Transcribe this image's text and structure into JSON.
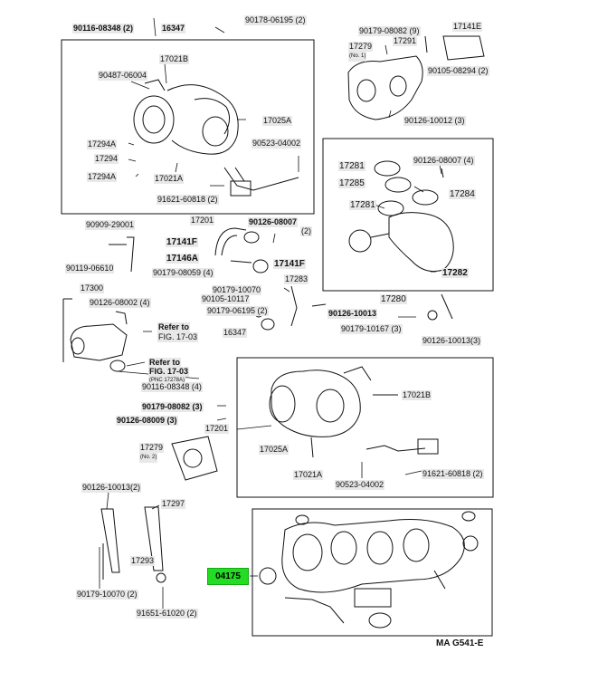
{
  "labels": {
    "p90116_08348_top": "90116-08348 (2)",
    "p16347_top": "16347",
    "p90178_06195": "90178-06195 (2)",
    "p90179_08082_9": "90179-08082 (9)",
    "p17141e": "17141E",
    "p17279_top": "17279",
    "p17279_top_sub": "(No. 1)",
    "p17291": "17291",
    "p90105_08294": "90105-08294 (2)",
    "p17021b_top": "17021B",
    "p90487_06004": "90487-06004",
    "p17025a_top": "17025A",
    "p90126_10012": "90126-10012 (3)",
    "p17294a_1": "17294A",
    "p17294": "17294",
    "p17294a_2": "17294A",
    "p90523_04002_top": "90523-04002",
    "p17021a_top": "17021A",
    "p91621_60818": "91621-60818 (2)",
    "p17281_1": "17281",
    "p90126_08007_top": "90126-08007 (4)",
    "p17285": "17285",
    "p17284": "17284",
    "p17281_2": "17281",
    "p17201_top": "17201",
    "p90909_29001": "90909-29001",
    "p90126_08007_mid": "90126-08007",
    "p90126_08007_mid_qty": "(2)",
    "p17141f_1": "17141F",
    "p90119_06610": "90119-06610",
    "p17146a": "17146A",
    "p17141f_2": "17141F",
    "p90179_08059": "90179-08059 (4)",
    "p17282": "17282",
    "p17283": "17283",
    "p17300": "17300",
    "p90179_10070_mid": "90179-10070",
    "p90126_08002": "90126-08002 (4)",
    "p90105_10117": "90105-10117",
    "p17280": "17280",
    "p90179_06195_mid": "90179-06195 (2)",
    "p90126_10013_mid": "90126-10013",
    "refer_to_1": "Refer to",
    "fig_17_03_1": "FIG. 17-03",
    "p16347_mid": "16347",
    "p90179_10167": "90179-10167 (3)",
    "p90126_10013_3": "90126-10013(3)",
    "refer_to_2": "Refer to",
    "fig_17_03_2": "FIG. 17-03",
    "pnc_17278a": "(PNC 17278A)",
    "p90116_08348_mid": "90116-08348 (4)",
    "p90179_08082_3": "90179-08082 (3)",
    "p17021b_mid": "17021B",
    "p90126_08009": "90126-08009 (3)",
    "p17201_mid": "17201",
    "p17279_mid": "17279",
    "p17279_mid_sub": "(No. 2)",
    "p17025a_mid": "17025A",
    "p17021a_mid": "17021A",
    "p91621_60818_mid": "91621-60818 (2)",
    "p90523_04002_mid": "90523-04002",
    "p90126_10013_2": "90126-10013(2)",
    "p17297": "17297",
    "p17293": "17293",
    "p04175": "04175",
    "p90179_10070_2": "90179-10070 (2)",
    "p91651_61020": "91651-61020 (2)",
    "figure_code": "MA  G541-E"
  },
  "colors": {
    "highlight": "#22dd22",
    "ink": "#111111",
    "label_bg": "#e8e8e8"
  }
}
